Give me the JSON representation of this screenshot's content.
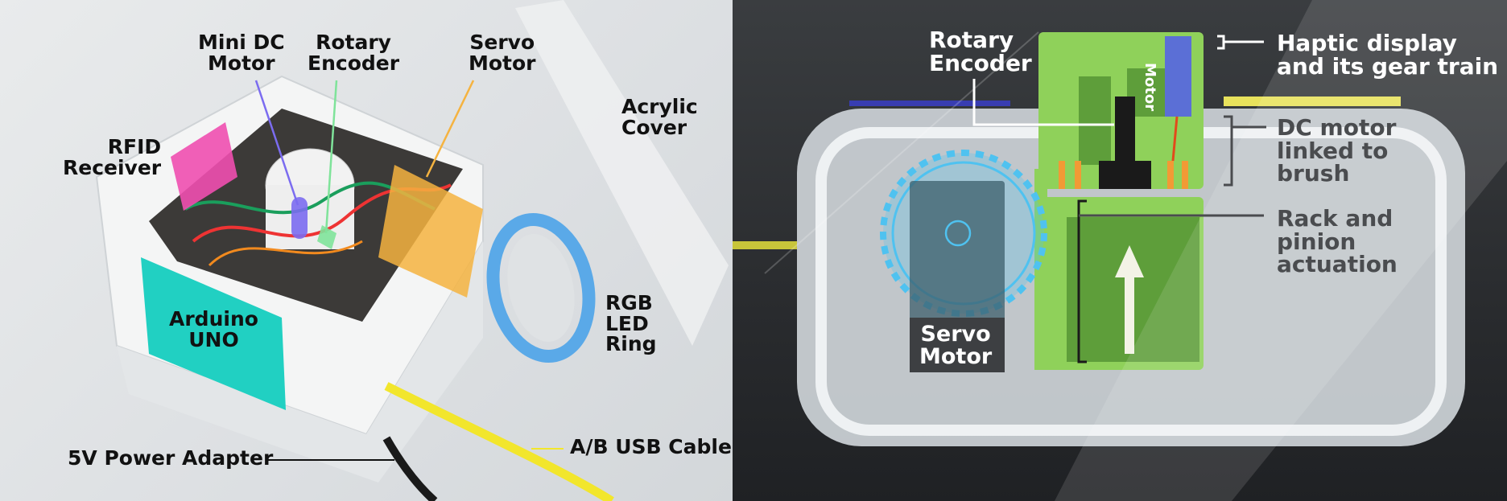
{
  "left": {
    "labels": {
      "mini_dc_motor": "Mini DC\nMotor",
      "rotary_encoder": "Rotary\nEncoder",
      "servo_motor": "Servo\nMotor",
      "acrylic_cover": "Acrylic\nCover",
      "rfid_receiver": "RFID\nReceiver",
      "arduino_uno": "Arduino\nUNO",
      "rgb_led_ring": "RGB\nLED\nRing",
      "power_adapter": "5V Power Adapter",
      "usb_cable": "A/B USB Cable"
    },
    "colors": {
      "mini_dc_motor": "#7b6cf0",
      "rotary_encoder": "#7fe39a",
      "servo_motor": "#f5b340",
      "rfid_receiver": "#f04fb0",
      "arduino_uno": "#21d0c2",
      "led_ring": "#5aa9e8",
      "usb_cable": "#f2e62c"
    }
  },
  "right": {
    "labels": {
      "rotary_encoder": "Rotary\nEncoder",
      "haptic_display": "Haptic display\nand its gear train",
      "motor": "Motor",
      "dc_motor_brush": "DC motor\nlinked to\nbrush",
      "rack_pinion": "Rack and\npinion\nactuation",
      "servo_motor": "Servo\nMotor"
    },
    "colors": {
      "mechanism_green": "#8fd15a",
      "mechanism_dark_green": "#5e9e3a",
      "gear_blue": "#4fc2f0",
      "motor_blue": "#5b6fd6",
      "accent_yellow": "#e8e25c"
    }
  }
}
